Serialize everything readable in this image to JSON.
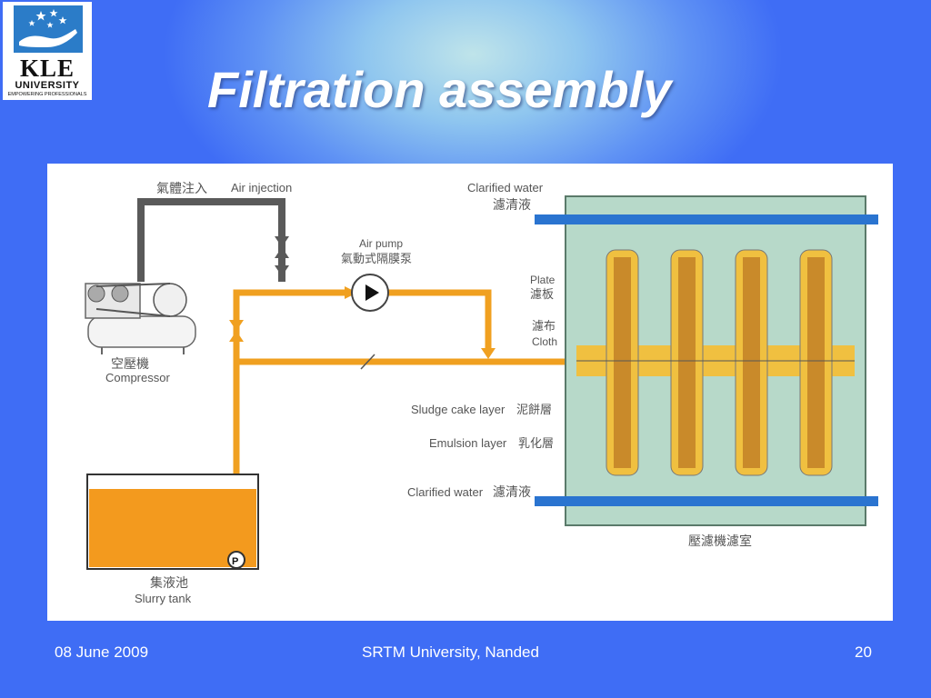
{
  "logo": {
    "name": "KLE",
    "subtitle": "UNIVERSITY",
    "tagline": "EMPOWERING PROFESSIONALS"
  },
  "slide": {
    "title": "Filtration assembly"
  },
  "diagram": {
    "labels": {
      "air_injection": "Air injection",
      "air_injection_zh": "氣體注入",
      "air_pump": "Air pump",
      "air_pump_zh": "氣動式隔膜泵",
      "compressor": "Compressor",
      "compressor_zh": "空壓機",
      "slurry_tank": "Slurry tank",
      "slurry_tank_zh": "集液池",
      "pump_marker": "P",
      "clarified_water_top": "Clarified water",
      "clarified_water_top_zh": "濾清液",
      "plate": "Plate",
      "plate_zh": "濾板",
      "cloth": "Cloth",
      "cloth_zh": "濾布",
      "sludge_cake": "Sludge cake layer",
      "sludge_cake_zh": "泥餅層",
      "emulsion": "Emulsion layer",
      "emulsion_zh": "乳化層",
      "clarified_water_bottom": "Clarified water",
      "clarified_water_bottom_zh": "濾清液",
      "press_chamber_zh": "壓濾機濾室"
    }
  },
  "colors": {
    "slide_bg": "#3f6df5",
    "pipe_orange": "#f0a020",
    "pipe_gray": "#555555",
    "water_blue": "#2a74d0",
    "plate_green": "#b7d9c9",
    "cake": "#c98a2a"
  },
  "footer": {
    "date": "08 June 2009",
    "organization": "SRTM University, Nanded",
    "page": "20"
  }
}
